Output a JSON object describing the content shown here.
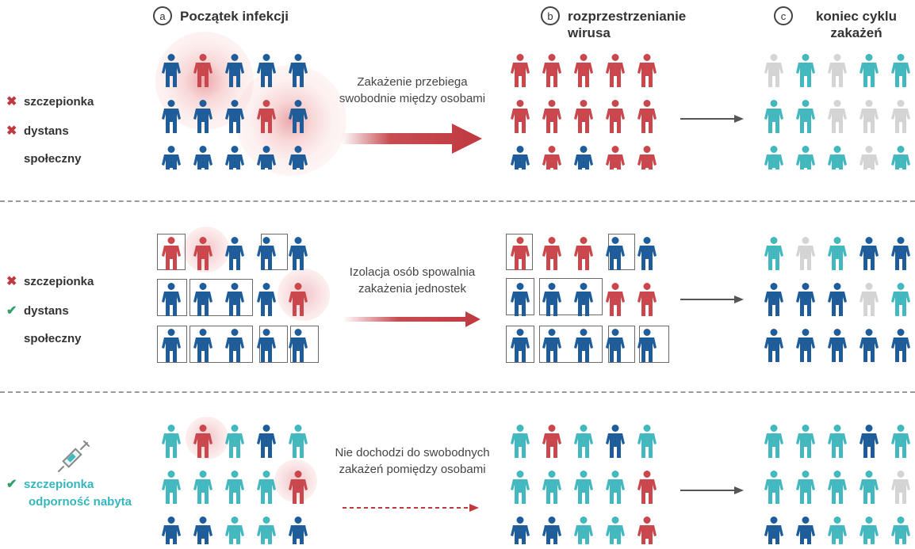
{
  "headers": [
    {
      "letter": "a",
      "title": "Początek infekcji"
    },
    {
      "letter": "b",
      "title": "rozprzestrzenianie\nwirusa"
    },
    {
      "letter": "c",
      "title": "koniec cyklu\nzakażeń"
    }
  ],
  "colors": {
    "infected": "#c9474d",
    "healthy": "#1f5c9a",
    "recovered": "#d4d4d4",
    "immune": "#43b8bf",
    "arrow": "#c0393f",
    "gray_arrow": "#555555"
  },
  "rows": [
    {
      "conditions": [
        {
          "mark": "x",
          "text": "szczepionka"
        },
        {
          "mark": "x",
          "text": "dystans"
        },
        {
          "mark": "",
          "text": "społeczny"
        }
      ],
      "description": "Zakażenie przebiega swobodnie między osobami",
      "arrow_style": "bold",
      "grid_a": [
        [
          "B",
          "R",
          "B",
          "B",
          "B"
        ],
        [
          "B",
          "B",
          "B",
          "R",
          "B"
        ],
        [
          "B",
          "B",
          "B",
          "B",
          "B"
        ]
      ],
      "grid_b": [
        [
          "R",
          "R",
          "R",
          "R",
          "R"
        ],
        [
          "R",
          "R",
          "R",
          "R",
          "R"
        ],
        [
          "B",
          "R",
          "B",
          "R",
          "R"
        ]
      ],
      "grid_c": [
        [
          "G",
          "T",
          "G",
          "T",
          "T"
        ],
        [
          "T",
          "T",
          "G",
          "G",
          "G"
        ],
        [
          "T",
          "T",
          "T",
          "G",
          "T"
        ]
      ]
    },
    {
      "conditions": [
        {
          "mark": "x",
          "text": "szczepionka"
        },
        {
          "mark": "ok",
          "text": "dystans"
        },
        {
          "mark": "",
          "text": "społeczny"
        }
      ],
      "description": "Izolacja osób spowalnia zakażenia jednostek",
      "arrow_style": "medium",
      "grid_a": [
        [
          "R",
          "R",
          "B",
          "B",
          "B"
        ],
        [
          "B",
          "B",
          "B",
          "B",
          "R"
        ],
        [
          "B",
          "B",
          "B",
          "B",
          "B"
        ]
      ],
      "grid_b": [
        [
          "R",
          "R",
          "R",
          "B",
          "B"
        ],
        [
          "B",
          "B",
          "B",
          "R",
          "R"
        ],
        [
          "B",
          "B",
          "B",
          "B",
          "B"
        ]
      ],
      "grid_c": [
        [
          "T",
          "G",
          "T",
          "B",
          "B"
        ],
        [
          "B",
          "B",
          "B",
          "G",
          "T"
        ],
        [
          "B",
          "B",
          "B",
          "B",
          "B"
        ]
      ]
    },
    {
      "conditions": [
        {
          "mark": "ok",
          "text": "szczepionka"
        },
        {
          "mark": "",
          "text": "odporność nabyta"
        }
      ],
      "description": "Nie dochodzi do swobodnych zakażeń pomiędzy osobami",
      "arrow_style": "dashed",
      "grid_a": [
        [
          "T",
          "R",
          "T",
          "B",
          "T"
        ],
        [
          "T",
          "T",
          "T",
          "T",
          "R"
        ],
        [
          "B",
          "B",
          "T",
          "T",
          "B"
        ]
      ],
      "grid_b": [
        [
          "T",
          "R",
          "T",
          "B",
          "T"
        ],
        [
          "T",
          "T",
          "T",
          "T",
          "R"
        ],
        [
          "B",
          "B",
          "T",
          "T",
          "R"
        ]
      ],
      "grid_c": [
        [
          "T",
          "T",
          "T",
          "B",
          "T"
        ],
        [
          "T",
          "T",
          "T",
          "T",
          "G"
        ],
        [
          "B",
          "B",
          "T",
          "T",
          "T"
        ]
      ]
    }
  ]
}
